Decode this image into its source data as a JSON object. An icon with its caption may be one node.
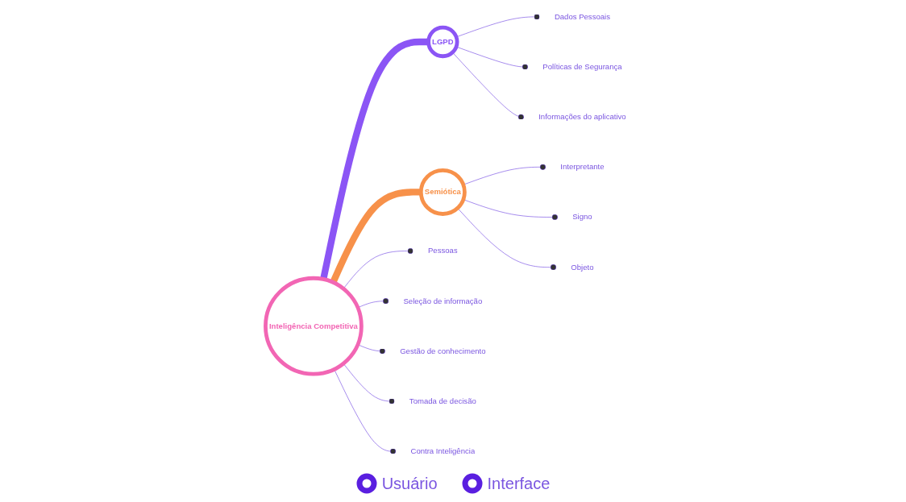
{
  "diagram": {
    "nodes": [
      {
        "text": [
          "LGPD"
        ]
      },
      {
        "text": [
          "Inteligência Competitiva"
        ]
      },
      {
        "text": [
          "Semiótica"
        ]
      },
      {
        "text": [
          "Pessoas"
        ]
      },
      {
        "text": [
          "Seleção de informação"
        ]
      },
      {
        "text": [
          "Gestão de conhecimento"
        ]
      },
      {
        "text": [
          "Tomada de decisão"
        ]
      },
      {
        "text": [
          "Contra Inteligência"
        ]
      },
      {
        "text": [
          "Dados Pessoais"
        ]
      },
      {
        "text": [
          "Políticas de Segurança"
        ]
      },
      {
        "text": [
          "Informações do aplicativo"
        ]
      },
      {
        "text": [
          "Interpretante"
        ]
      },
      {
        "text": [
          "Signo"
        ]
      },
      {
        "text": [
          "Objeto"
        ]
      }
    ],
    "edges": [
      {
        "from": 1,
        "to": 0,
        "arrow": "none",
        "style": "thick",
        "color": "#8b55f5"
      },
      {
        "from": 1,
        "to": 2,
        "arrow": "none",
        "style": "thick",
        "color": "#f7914a"
      },
      {
        "from": 1,
        "to": 3,
        "arrow": "other"
      },
      {
        "from": 1,
        "to": 4,
        "arrow": "other"
      },
      {
        "from": 1,
        "to": 5,
        "arrow": "other"
      },
      {
        "from": 1,
        "to": 6,
        "arrow": "other"
      },
      {
        "from": 1,
        "to": 7,
        "arrow": "other"
      },
      {
        "from": 0,
        "to": 8,
        "arrow": "other"
      },
      {
        "from": 0,
        "to": 9,
        "arrow": "other"
      },
      {
        "from": 0,
        "to": 10,
        "arrow": "other"
      },
      {
        "from": 2,
        "to": 11,
        "arrow": "other"
      },
      {
        "from": 2,
        "to": 12,
        "arrow": "other"
      },
      {
        "from": 2,
        "to": 13,
        "arrow": "other"
      }
    ],
    "labels": [
      "Usuário",
      "Interface"
    ]
  }
}
